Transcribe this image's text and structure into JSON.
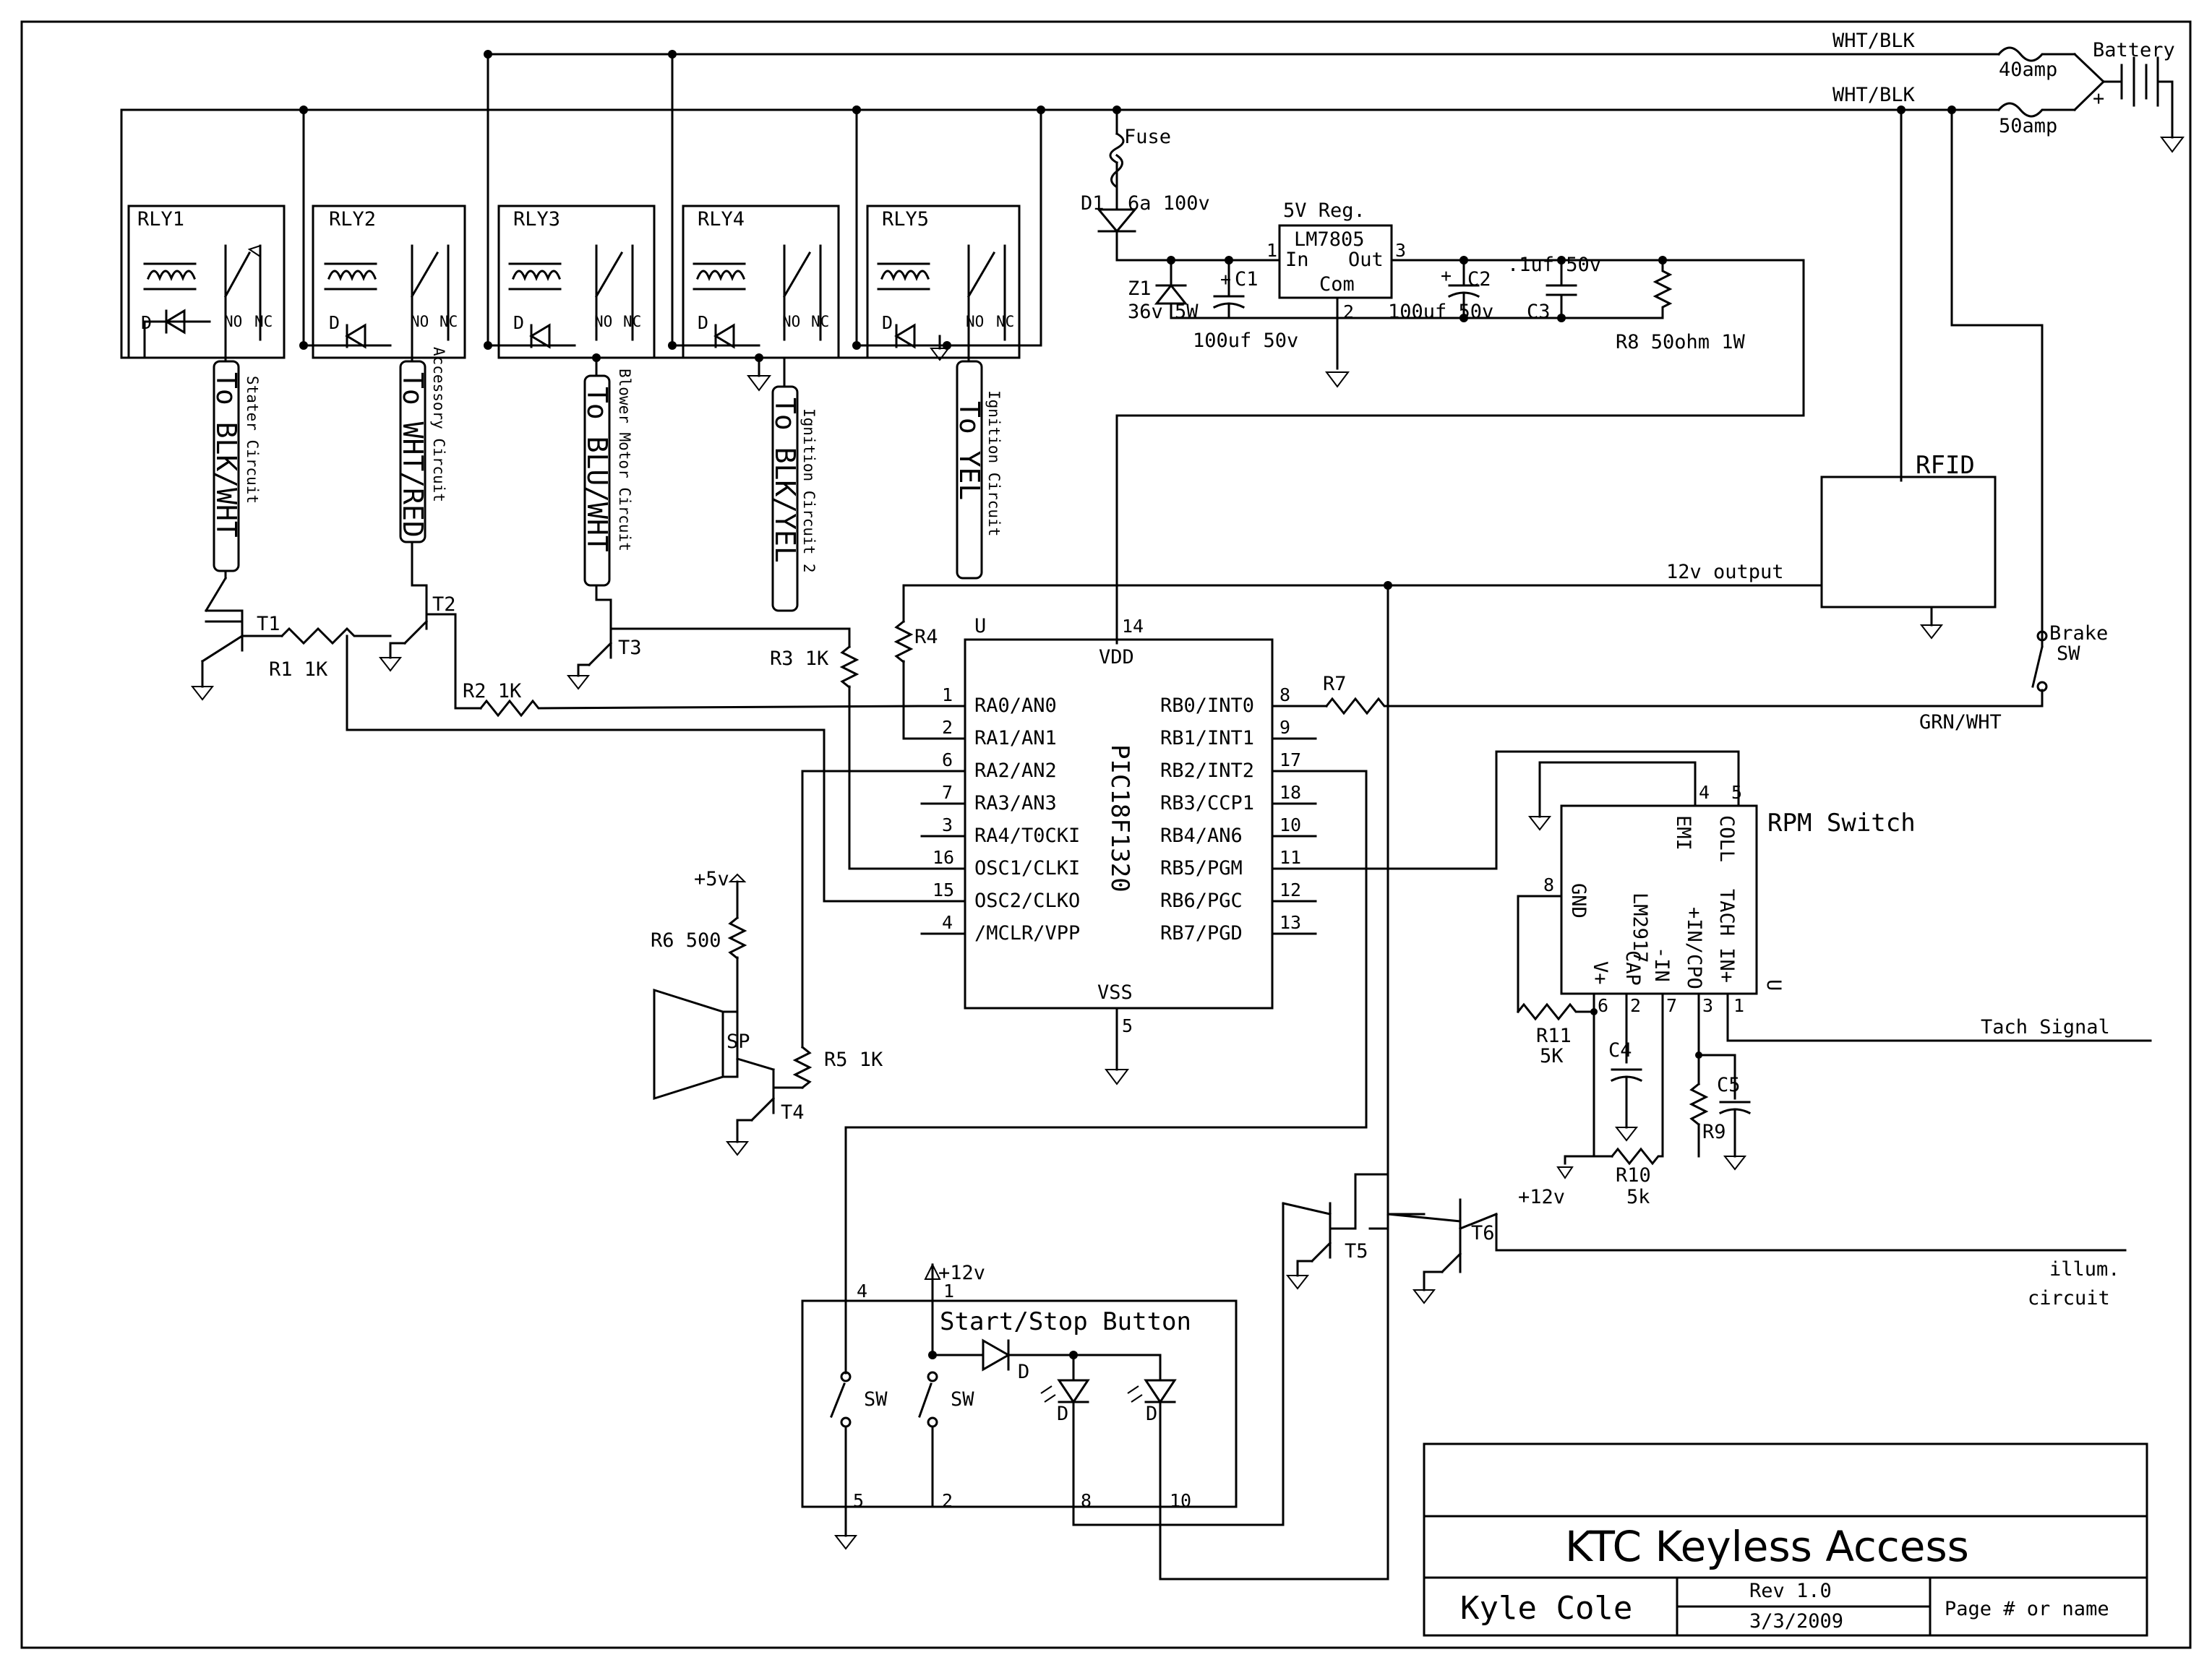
{
  "title_block": {
    "title": "KTC Keyless Access",
    "author": "Kyle Cole",
    "rev": "Rev 1.0",
    "date": "3/3/2009",
    "page": "Page # or name"
  },
  "power": {
    "wire_top": "WHT/BLK",
    "wire_second": "WHT/BLK",
    "fuse_top": "40amp",
    "fuse_second": "50amp",
    "battery": "Battery",
    "plus": "+",
    "fuse": "Fuse"
  },
  "relays": {
    "r1": "RLY1",
    "r2": "RLY2",
    "r3": "RLY3",
    "r4": "RLY4",
    "r5": "RLY5",
    "diode": "D",
    "no": "NO",
    "nc": "NC"
  },
  "harness": {
    "h1_tag": "To BLK/WHT",
    "h1_desc": "Stater Circuit",
    "h2_tag": "To WHT/RED",
    "h2_desc": "Accessory Circuit",
    "h3_tag": "To BLU/WHT",
    "h3_desc": "Blower Motor Circuit",
    "h4_tag": "To BLK/YEL",
    "h4_desc": "Ignition Circuit 2",
    "h5_tag": "To YEL",
    "h5_desc": "Ignition Circuit"
  },
  "regulator": {
    "d1": "D1",
    "d1_val": "6a 100v",
    "z1": "Z1",
    "z1_val": "36v 5W",
    "c1": "C1",
    "c1_val": "100uf 50v",
    "reg_title": "5V Reg.",
    "reg_part": "LM7805",
    "reg_in": "In",
    "reg_out": "Out",
    "reg_com": "Com",
    "pin1": "1",
    "pin2": "2",
    "pin3": "3",
    "c2": "C2",
    "c2_val": "100uf 50v",
    "c3": "C3",
    "c3_val": ".1uf 50v",
    "r8": "R8 50ohm 1W",
    "plus": "+"
  },
  "mcu": {
    "ref": "U",
    "part": "PIC18F1320",
    "vdd": "VDD",
    "vdd_pin": "14",
    "vss": "VSS",
    "vss_pin": "5",
    "left_pins": [
      {
        "num": "1",
        "name": "RA0/AN0"
      },
      {
        "num": "2",
        "name": "RA1/AN1"
      },
      {
        "num": "6",
        "name": "RA2/AN2"
      },
      {
        "num": "7",
        "name": "RA3/AN3"
      },
      {
        "num": "3",
        "name": "RA4/T0CKI"
      },
      {
        "num": "16",
        "name": "OSC1/CLKI"
      },
      {
        "num": "15",
        "name": "OSC2/CLKO"
      },
      {
        "num": "4",
        "name": "/MCLR/VPP"
      }
    ],
    "right_pins": [
      {
        "num": "8",
        "name": "RB0/INT0"
      },
      {
        "num": "9",
        "name": "RB1/INT1"
      },
      {
        "num": "17",
        "name": "RB2/INT2"
      },
      {
        "num": "18",
        "name": "RB3/CCP1"
      },
      {
        "num": "10",
        "name": "RB4/AN6"
      },
      {
        "num": "11",
        "name": "RB5/PGM"
      },
      {
        "num": "12",
        "name": "RB6/PGC"
      },
      {
        "num": "13",
        "name": "RB7/PGD"
      }
    ]
  },
  "transistors": {
    "t1": "T1",
    "t2": "T2",
    "t3": "T3",
    "t4": "T4",
    "t5": "T5",
    "t6": "T6",
    "r1": "R1 1K",
    "r2": "R2 1K",
    "r3": "R3 1K",
    "r4": "R4",
    "r5": "R5 1K",
    "r6": "R6 500",
    "r7": "R7",
    "plus5": "+5v",
    "sp": "SP"
  },
  "rfid": {
    "title": "RFID",
    "output": "12v output",
    "brake": "Brake",
    "brake_sw": "SW",
    "grn": "GRN/WHT"
  },
  "rpm": {
    "title": "RPM Switch",
    "part": "LM2917",
    "ref": "U",
    "pin_labels": [
      "EMI",
      "COLL",
      "GND",
      "TACH IN+",
      "+IN/CPO",
      "-IN",
      "CAP",
      "V+"
    ],
    "pins": [
      "4",
      "5",
      "8",
      "6",
      "2",
      "7",
      "3",
      "1"
    ],
    "tach": "Tach Signal",
    "r11": "R11",
    "r11_val": "5K",
    "c4": "C4",
    "c5": "C5",
    "r9": "R9",
    "r10": "R10",
    "r10_val": "5k",
    "v12": "+12v"
  },
  "button": {
    "title": "Start/Stop Button",
    "v12": "+12v",
    "sw": "SW",
    "d": "D",
    "pins": [
      "4",
      "1",
      "5",
      "2",
      "8",
      "10"
    ]
  },
  "illum": {
    "line1": "illum.",
    "line2": "circuit"
  }
}
